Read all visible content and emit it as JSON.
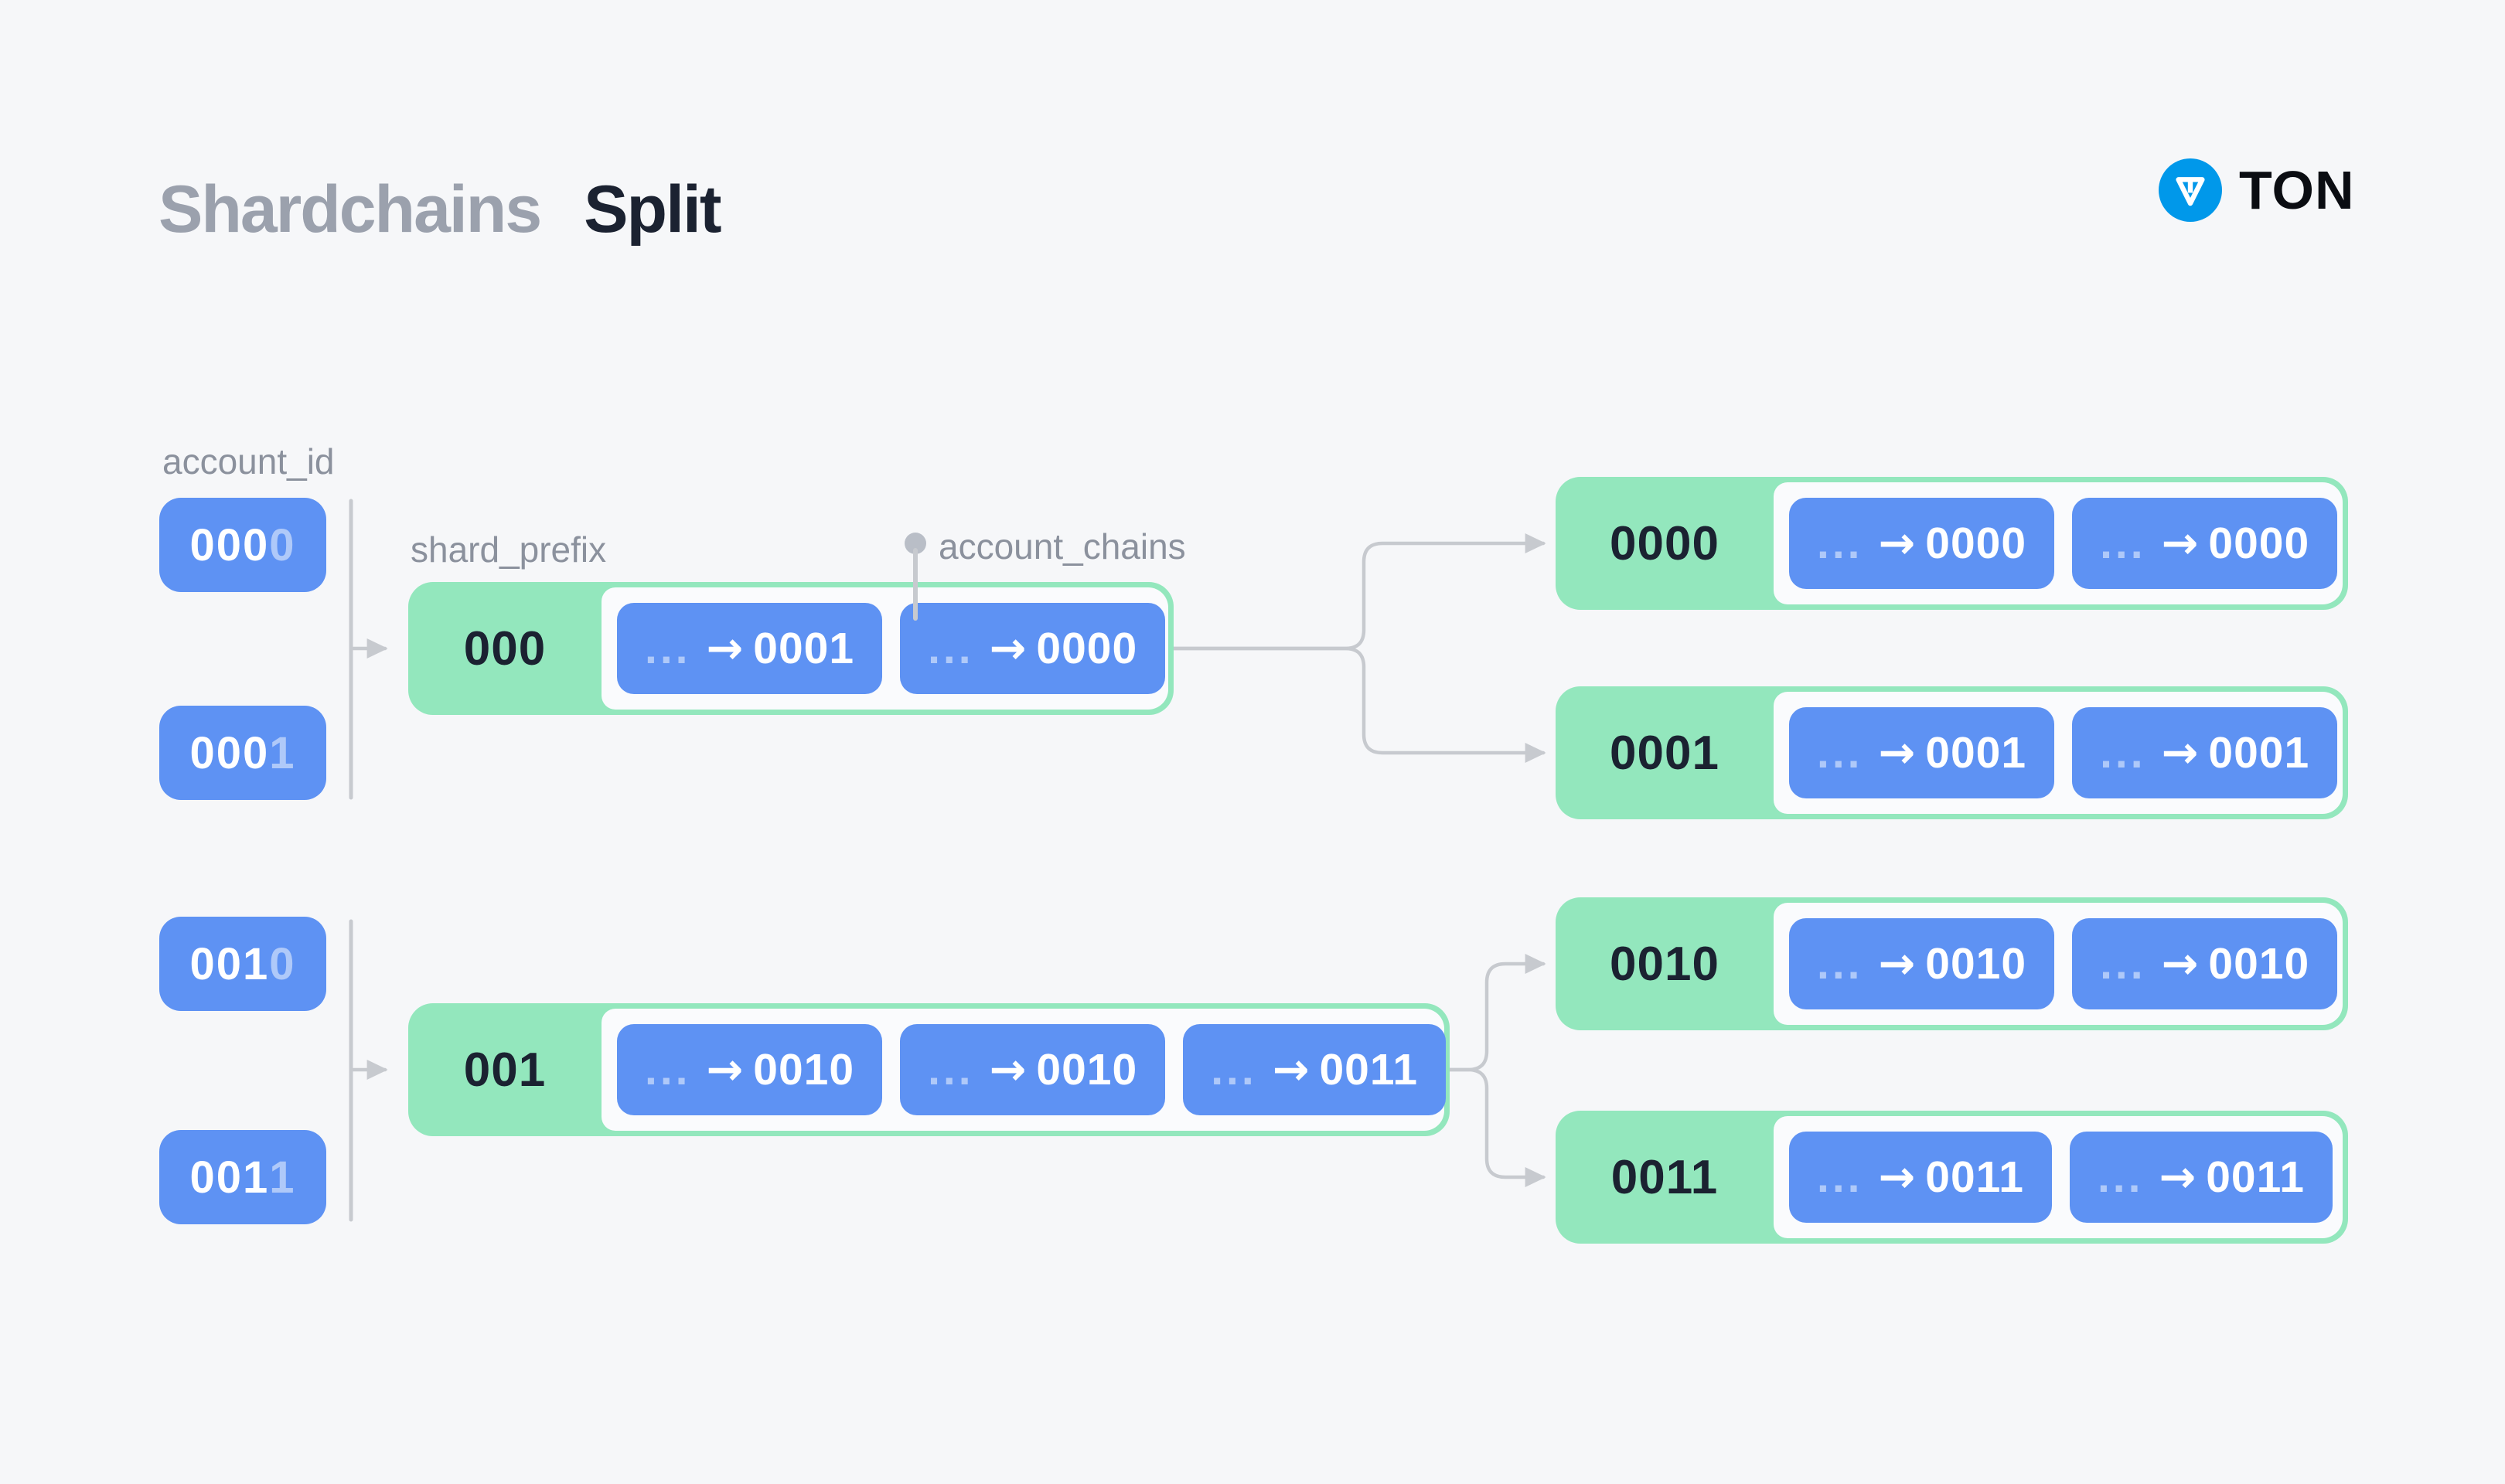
{
  "title": {
    "muted": "Shardchains",
    "strong": "Split"
  },
  "brand": {
    "name": "TON"
  },
  "labels": {
    "account_id": "account_id",
    "shard_prefix": "shard_prefix",
    "account_chains": "account_chains"
  },
  "chip": {
    "ellipsis": "...",
    "arrow": "→"
  },
  "account_ids": [
    {
      "prefix": "000",
      "suffix": "0"
    },
    {
      "prefix": "000",
      "suffix": "1"
    },
    {
      "prefix": "001",
      "suffix": "0"
    },
    {
      "prefix": "001",
      "suffix": "1"
    }
  ],
  "source_cards": [
    {
      "shard_prefix": "000",
      "chips": [
        "0001",
        "0000"
      ]
    },
    {
      "shard_prefix": "001",
      "chips": [
        "0010",
        "0010",
        "0011"
      ]
    }
  ],
  "result_cards": [
    {
      "shard_prefix": "0000",
      "chips": [
        "0000",
        "0000"
      ]
    },
    {
      "shard_prefix": "0001",
      "chips": [
        "0001",
        "0001"
      ]
    },
    {
      "shard_prefix": "0010",
      "chips": [
        "0010",
        "0010"
      ]
    },
    {
      "shard_prefix": "0011",
      "chips": [
        "0011",
        "0011"
      ]
    }
  ],
  "colors": {
    "bg": "#f6f7f9",
    "blue": "#5e92f3",
    "green": "#93e7bd",
    "panel": "#fafbfd",
    "dark": "#1b2231",
    "label-gray": "#8b919d",
    "title-gray": "#9ba1ad",
    "line": "#c7cacf",
    "dot": "#b9bec7",
    "ton-blue": "#0098ea"
  }
}
